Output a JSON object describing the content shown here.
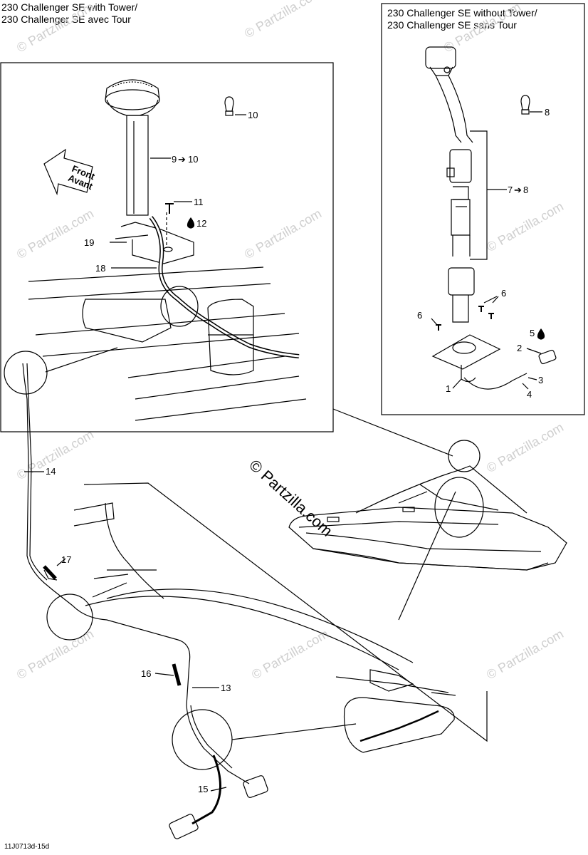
{
  "headers": {
    "with_tower_line1": "230 Challenger SE with Tower/",
    "with_tower_line2": "230 Challenger SE avec Tour",
    "without_tower_line1": "230 Challenger SE without Tower/",
    "without_tower_line2": "230 Challenger SE sans Tour"
  },
  "front_label_line1": "Front",
  "front_label_line2": "Avant",
  "watermark_main": "© Partzilla.com",
  "watermark_faint": "© Partzilla.com",
  "diagram_code": "11J0713d-15d",
  "callouts": {
    "c1": "1",
    "c2": "2",
    "c3": "3",
    "c4": "4",
    "c5": "5",
    "c6a": "6",
    "c6b": "6",
    "c7": "7",
    "c7to8": "8",
    "c8": "8",
    "c9": "9",
    "c9to10": "10",
    "c10": "10",
    "c11": "11",
    "c12": "12",
    "c13": "13",
    "c14": "14",
    "c15": "15",
    "c16": "16",
    "c17": "17",
    "c18": "18",
    "c19": "19"
  }
}
